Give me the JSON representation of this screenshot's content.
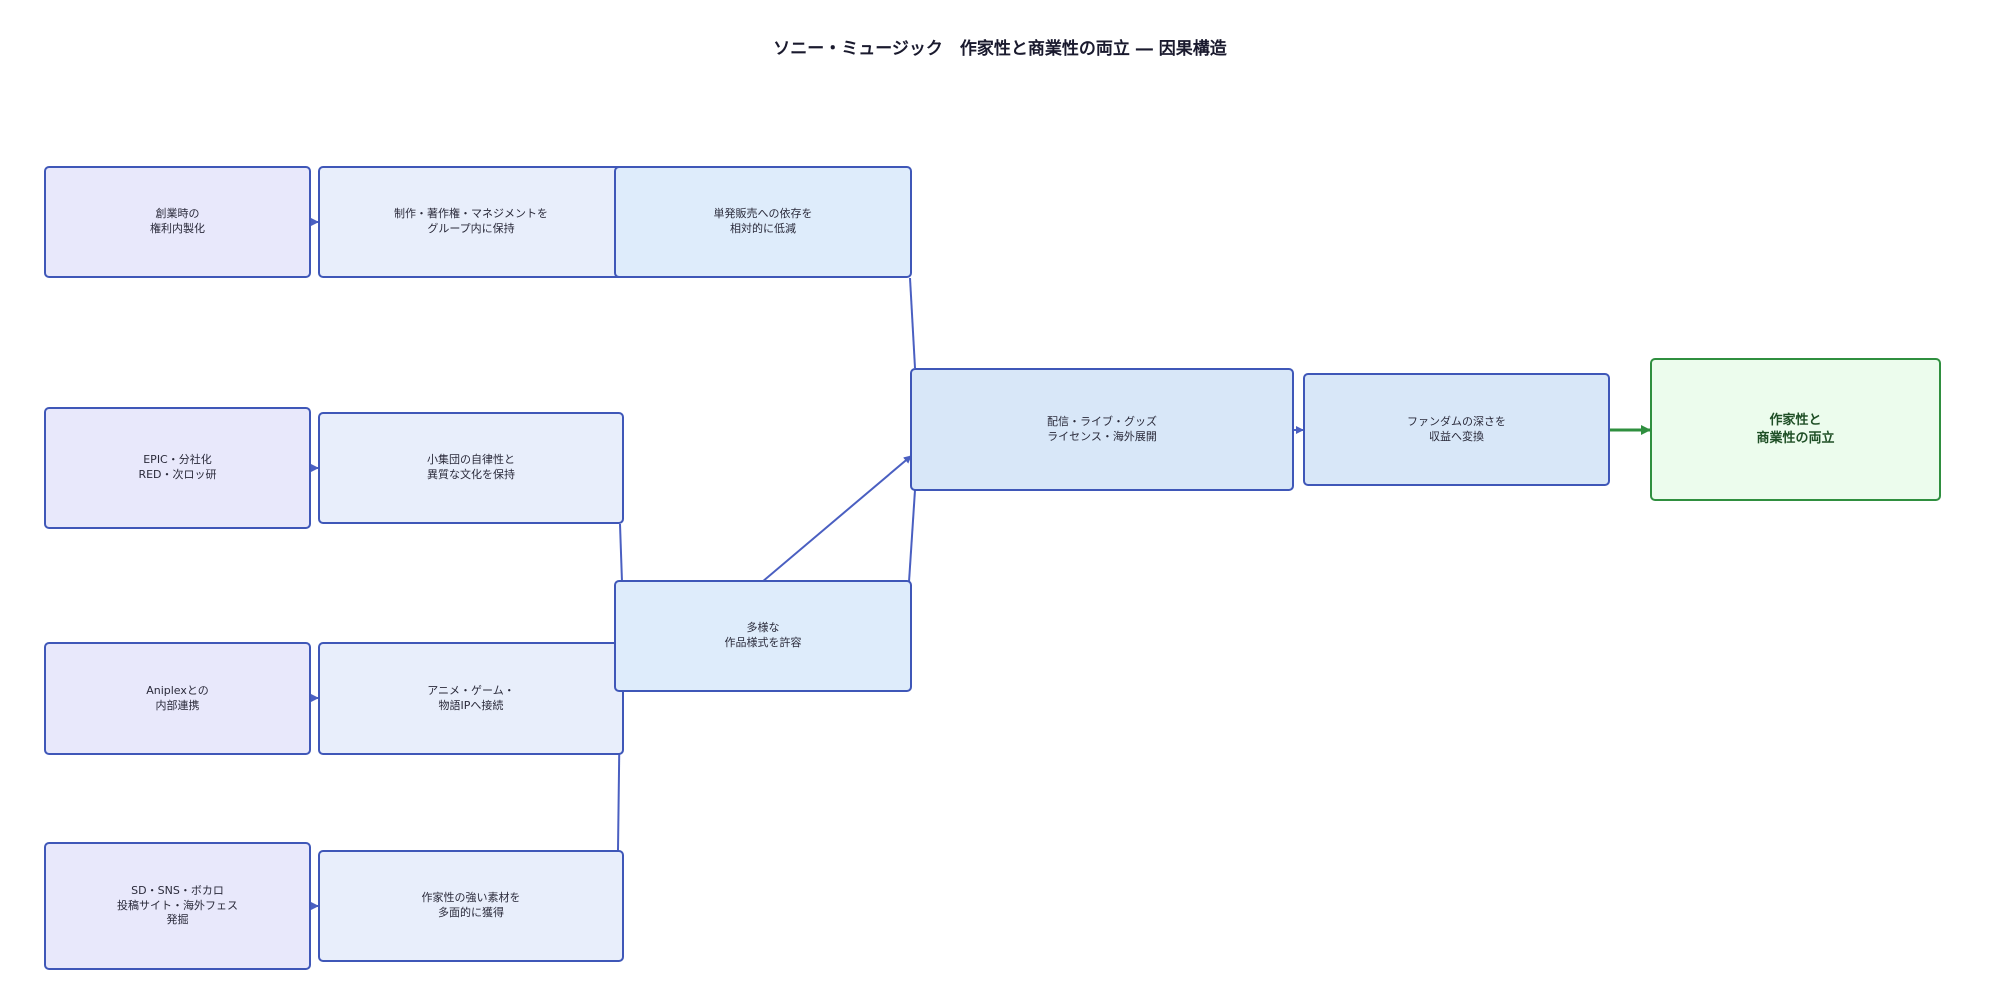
{
  "title": "ソニー・ミュージック　作家性と商業性の両立 ― 因果構造",
  "colors": {
    "edge": "#3f57b8",
    "edge_goal": "#2f8f3f"
  },
  "nodes": {
    "n1": "創業時の\n権利内製化",
    "n2": "制作・著作権・マネジメントを\nグループ内に保持",
    "n3": "単発販売への依存を\n相対的に低減",
    "n4": "EPIC・分社化\nRED・次ロッ研",
    "n5": "小集団の自律性と\n異質な文化を保持",
    "n6": "Aniplexとの\n内部連携",
    "n7": "アニメ・ゲーム・\n物語IPへ接続",
    "n8": "SD・SNS・ボカロ\n投稿サイト・海外フェス\n発掘",
    "n9": "作家性の強い素材を\n多面的に獲得",
    "n10": "多様な\n作品様式を許容",
    "n11": "配信・ライブ・グッズ\nライセンス・海外展開",
    "n12": "ファンダムの深さを\n収益へ変換",
    "n13": "作家性と\n商業性の両立"
  }
}
